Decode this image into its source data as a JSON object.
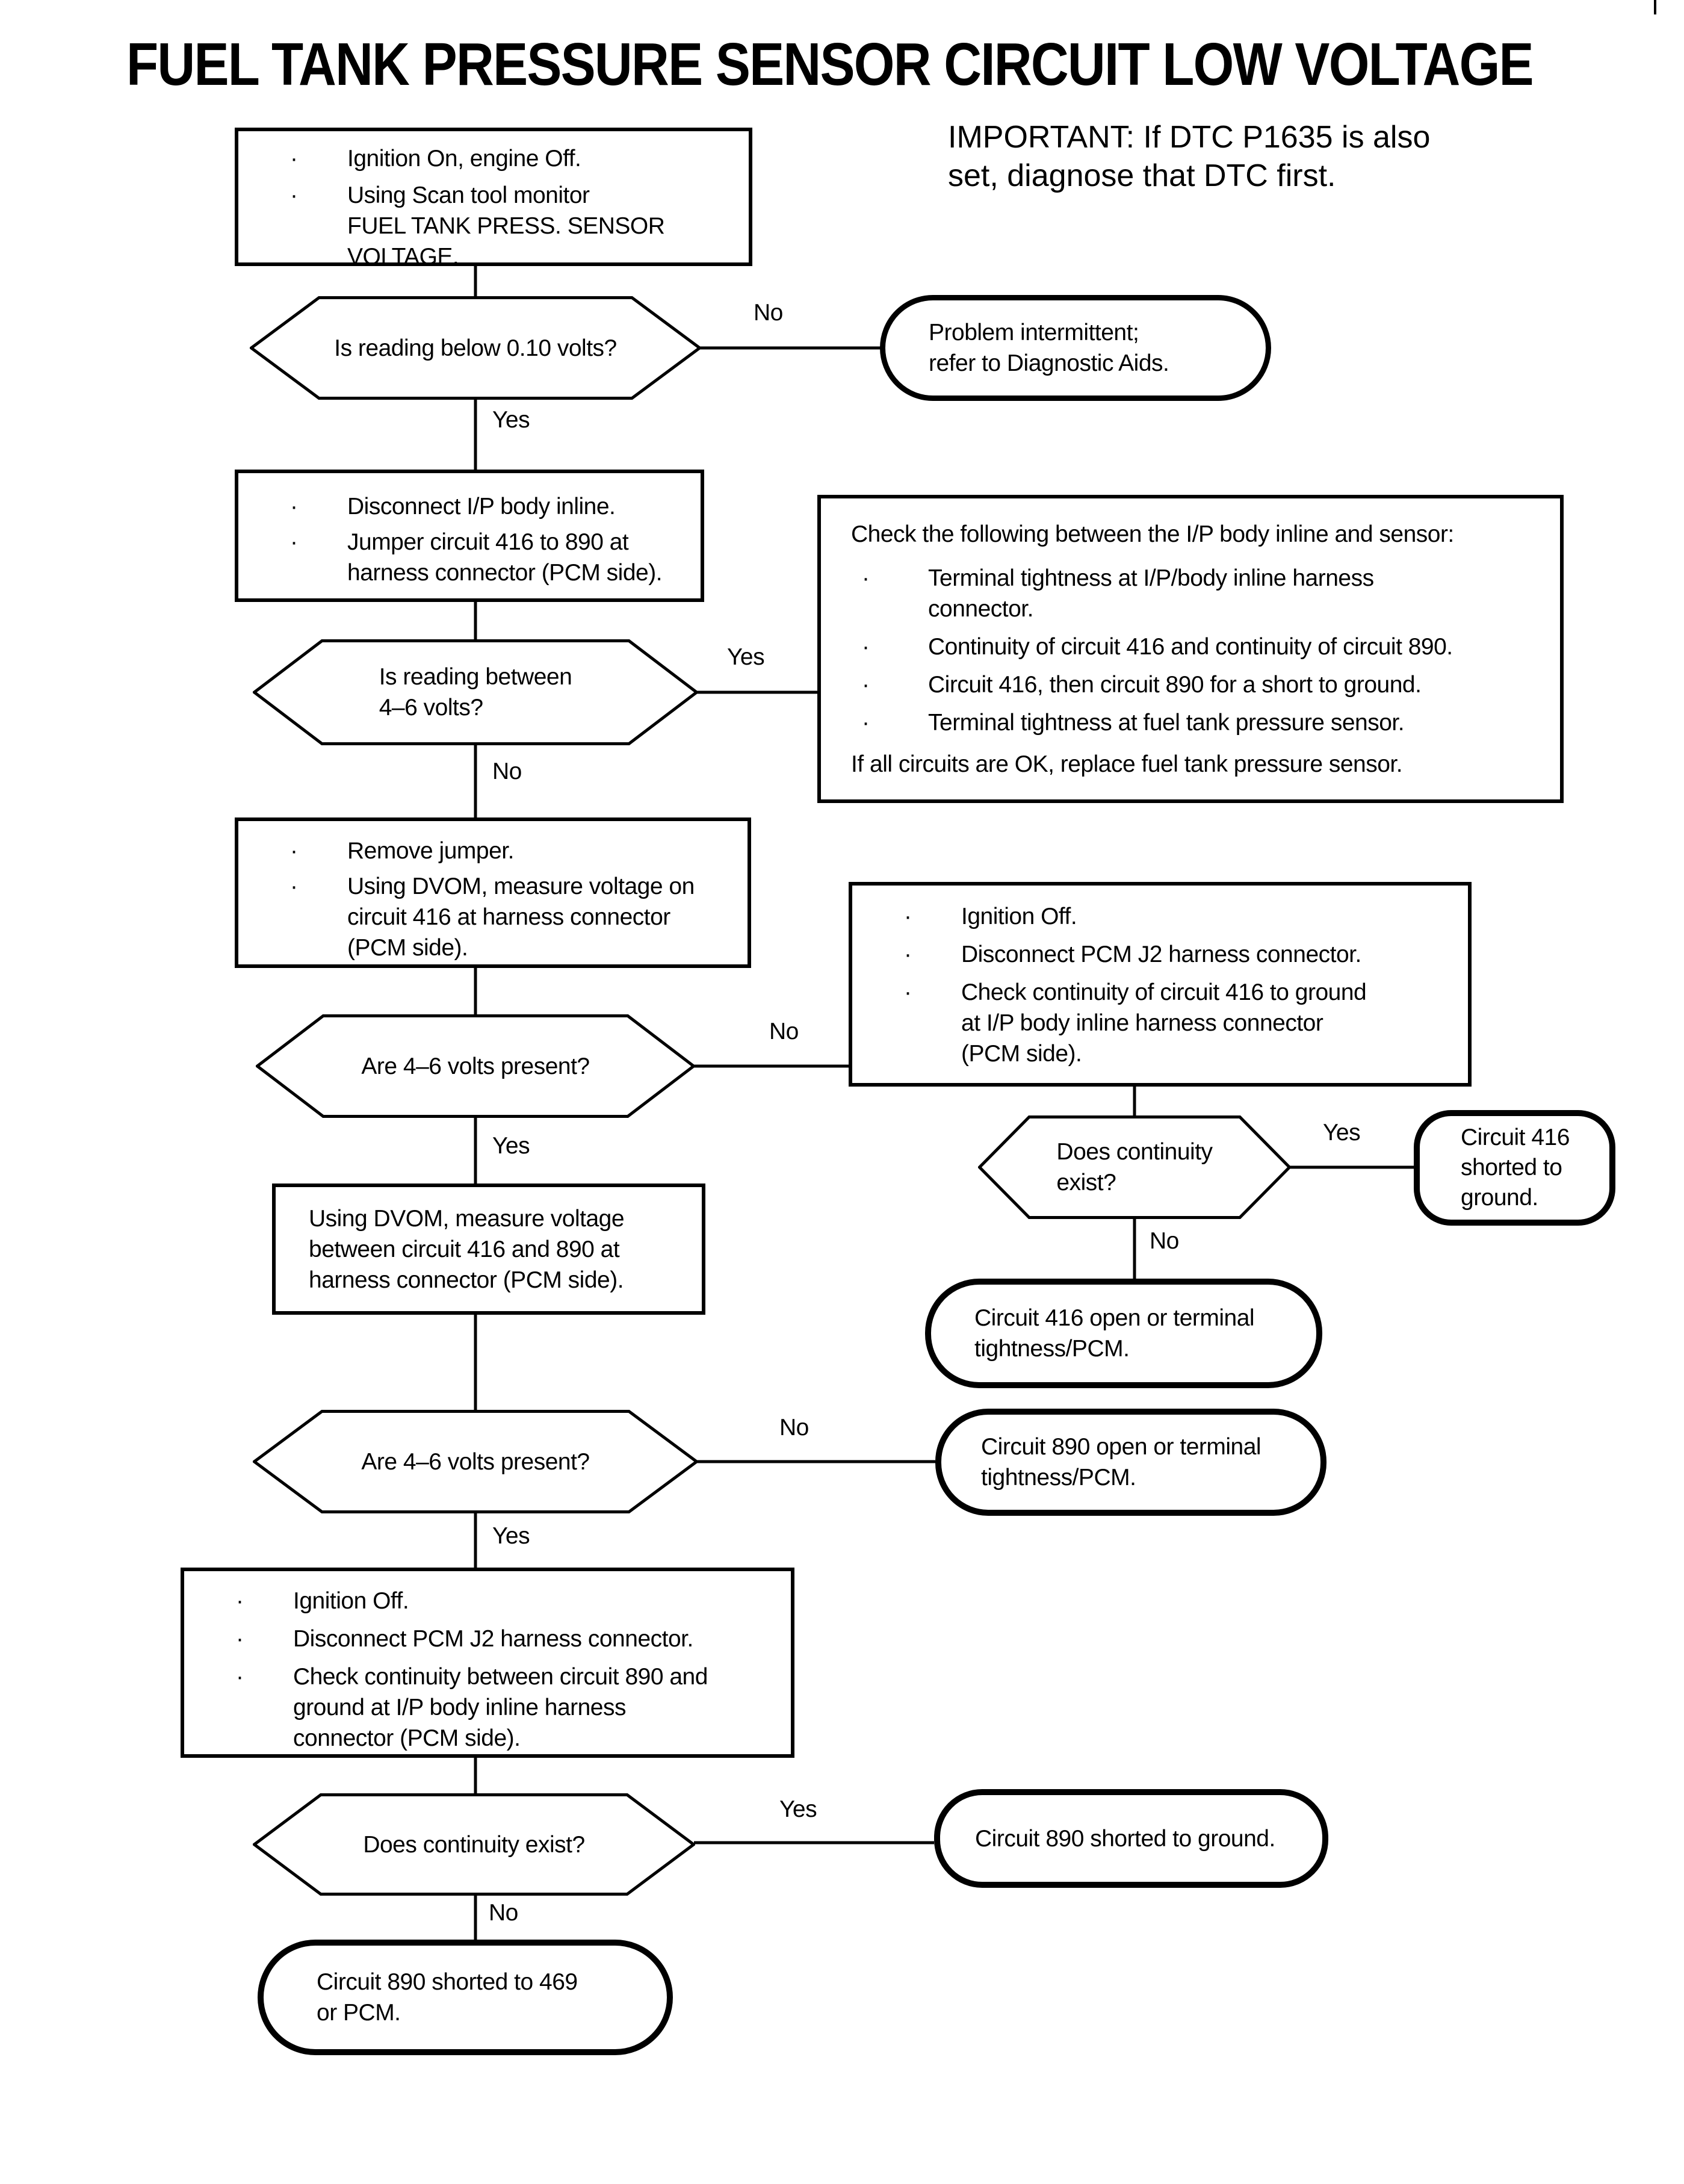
{
  "title": "FUEL TANK PRESSURE SENSOR CIRCUIT LOW VOLTAGE",
  "note": "IMPORTANT:  If DTC P1635 is also\nset, diagnose that DTC first.",
  "nodes": {
    "start": {
      "bullets": [
        "Ignition On, engine Off.",
        "Using Scan tool monitor\nFUEL TANK PRESS. SENSOR\nVOLTAGE."
      ]
    },
    "q_below_010": {
      "text": "Is reading below 0.10 volts?"
    },
    "intermittent": {
      "text": "Problem intermittent;\nrefer to Diagnostic Aids."
    },
    "disconnect_ip": {
      "bullets": [
        "Disconnect I/P body inline.",
        "Jumper circuit 416 to 890 at\nharness connector (PCM side)."
      ]
    },
    "q_between_46": {
      "text": "Is reading between\n4–6 volts?"
    },
    "check_list": {
      "intro": "Check the following between the I/P body inline and sensor:",
      "bullets": [
        "Terminal tightness at I/P/body inline harness\nconnector.",
        "Continuity of circuit 416 and continuity of circuit 890.",
        "Circuit 416, then circuit 890 for a short to ground.",
        "Terminal tightness at fuel tank pressure sensor."
      ],
      "footer": "If all circuits are OK, replace fuel tank pressure sensor."
    },
    "remove_jumper": {
      "bullets": [
        "Remove jumper.",
        "Using DVOM, measure voltage on\ncircuit 416 at harness connector\n(PCM side)."
      ]
    },
    "q_46_present_1": {
      "text": "Are 4–6 volts present?"
    },
    "ign_off_416": {
      "bullets": [
        "Ignition Off.",
        "Disconnect PCM J2 harness connector.",
        "Check continuity of circuit 416 to ground\nat I/P body inline harness connector\n(PCM side)."
      ]
    },
    "q_continuity_1": {
      "text": "Does continuity\nexist?"
    },
    "c416_short": {
      "text": "Circuit 416\nshorted to\nground."
    },
    "c416_open": {
      "text": "Circuit 416 open or terminal\ntightness/PCM."
    },
    "measure_416_890": {
      "text": "Using DVOM, measure voltage\nbetween circuit 416 and 890 at\nharness connector (PCM side)."
    },
    "q_46_present_2": {
      "text": "Are 4–6 volts present?"
    },
    "c890_open": {
      "text": "Circuit 890 open or terminal\ntightness/PCM."
    },
    "ign_off_890": {
      "bullets": [
        "Ignition Off.",
        "Disconnect PCM J2 harness connector.",
        "Check continuity between circuit 890 and\nground at I/P body inline harness\nconnector (PCM side)."
      ]
    },
    "q_continuity_2": {
      "text": "Does continuity exist?"
    },
    "c890_short_ground": {
      "text": "Circuit 890 shorted to ground."
    },
    "c890_short_469": {
      "text": "Circuit 890 shorted to 469\nor PCM."
    }
  },
  "edge_labels": {
    "yes1": "Yes",
    "no1": "No",
    "yes2": "Yes",
    "no2": "No",
    "yes3": "Yes",
    "no3": "No",
    "yes4": "Yes",
    "no4": "No",
    "yes5": "Yes",
    "no5": "No",
    "yes6": "Yes",
    "no6": "No"
  },
  "bullet_glyph": "·",
  "colors": {
    "ink": "#000000",
    "paper": "#ffffff"
  }
}
